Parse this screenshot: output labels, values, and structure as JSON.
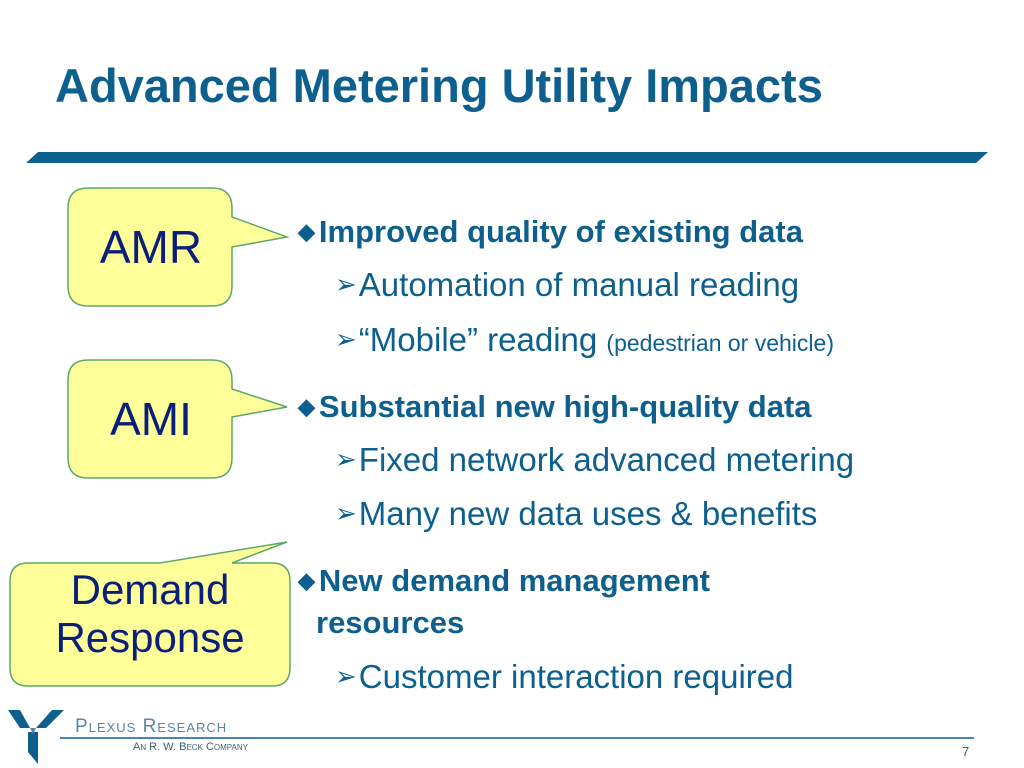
{
  "slide": {
    "title": "Advanced Metering Utility Impacts",
    "page_number": "7"
  },
  "callouts": {
    "amr": "AMR",
    "ami": "AMI",
    "demand_line1": "Demand",
    "demand_line2": "Response"
  },
  "bullets": [
    {
      "text": "Improved quality of existing data",
      "subs": [
        "Automation of manual reading",
        "“Mobile” reading",
        "(pedestrian or vehicle)"
      ]
    },
    {
      "text": "Substantial new high-quality data",
      "subs": [
        "Fixed network advanced metering",
        "Many new data uses & benefits"
      ]
    },
    {
      "text_line1": "New demand management",
      "text_line2": "resources",
      "subs": [
        "Customer interaction required"
      ]
    }
  ],
  "footer": {
    "company": "Plexus Research",
    "tagline": "An R. W. Beck Company"
  },
  "colors": {
    "accent": "#0d5f8e",
    "callout_fill": "#ffff99",
    "callout_border": "#5ca86b",
    "callout_text": "#0a1f7a"
  },
  "icons": {
    "bullet": "diamond-bullet-icon",
    "sub_bullet": "arrowhead-bullet-icon",
    "logo": "plexus-logo-icon"
  }
}
